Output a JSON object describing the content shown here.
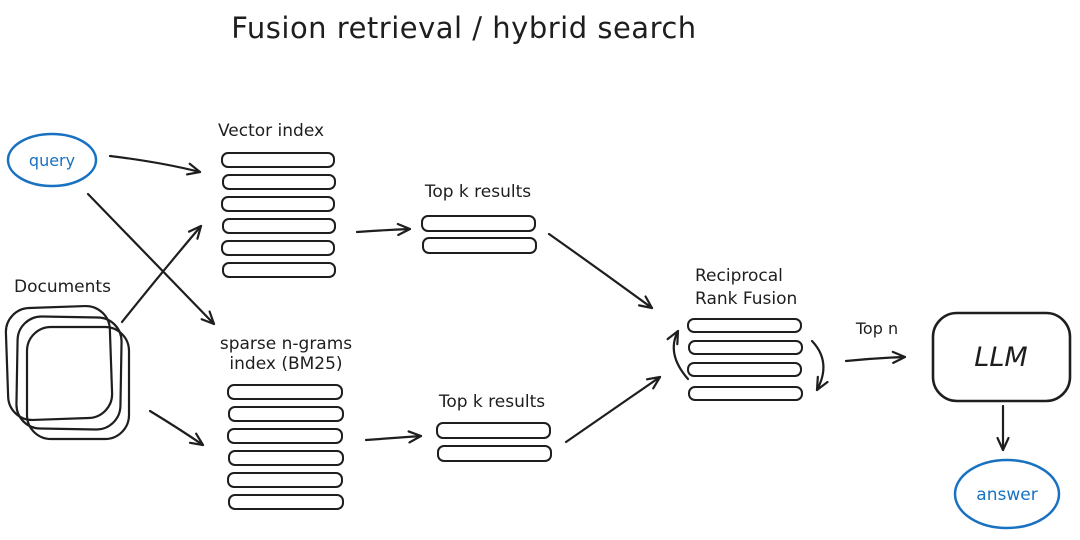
{
  "title": "Fusion retrieval / hybrid search",
  "colors": {
    "ink": "#1e1e1e",
    "accent_blue": "#1971c2",
    "background": "#ffffff"
  },
  "nodes": {
    "query": {
      "label": "query"
    },
    "documents": {
      "label": "Documents"
    },
    "vector_index": {
      "label": "Vector index"
    },
    "sparse_index": {
      "line1": "sparse n-grams",
      "line2": "index (BM25)"
    },
    "top_k_results_vector": {
      "label": "Top k results"
    },
    "top_k_results_sparse": {
      "label": "Top k results"
    },
    "reciprocal_rank_fusion": {
      "line1": "Reciprocal",
      "line2": "Rank Fusion"
    },
    "top_n": {
      "label": "Top n"
    },
    "llm": {
      "label": "LLM"
    },
    "answer": {
      "label": "answer"
    }
  }
}
